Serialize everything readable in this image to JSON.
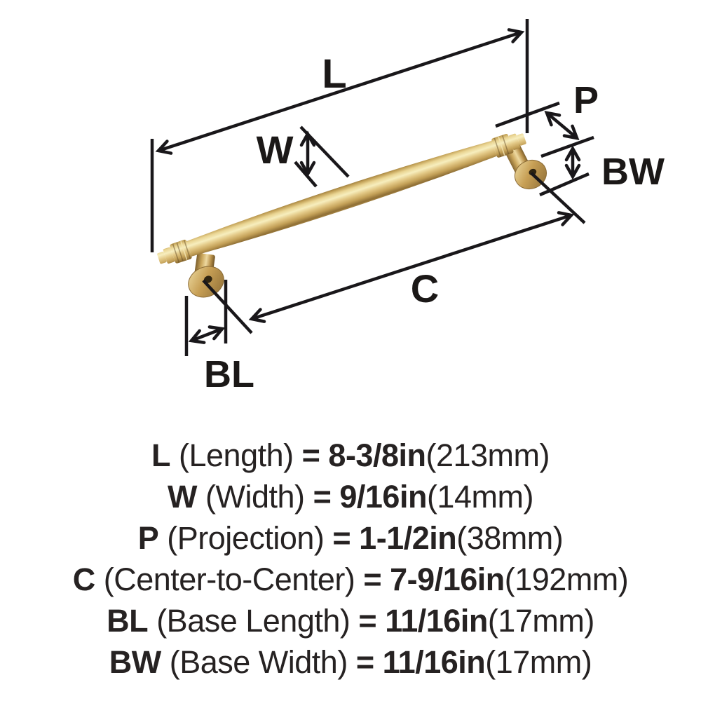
{
  "labels": {
    "L": "L",
    "W": "W",
    "P": "P",
    "BW": "BW",
    "C": "C",
    "BL": "BL"
  },
  "specs": [
    {
      "code": "L",
      "name": "(Length)",
      "eq": "=",
      "value": "8-3/8in",
      "metric": "(213mm)"
    },
    {
      "code": "W",
      "name": "(Width)",
      "eq": "=",
      "value": "9/16in",
      "metric": "(14mm)"
    },
    {
      "code": "P",
      "name": "(Projection)",
      "eq": "=",
      "value": "1-1/2in",
      "metric": "(38mm)"
    },
    {
      "code": "C",
      "name": "(Center-to-Center)",
      "eq": "=",
      "value": "7-9/16in",
      "metric": "(192mm)"
    },
    {
      "code": "BL",
      "name": "(Base Length)",
      "eq": "=",
      "value": "11/16in",
      "metric": "(17mm)"
    },
    {
      "code": "BW",
      "name": "(Base Width)",
      "eq": "=",
      "value": "11/16in",
      "metric": "(17mm)"
    }
  ],
  "colors": {
    "background": "#ffffff",
    "line": "#19171a",
    "text": "#262222",
    "brass_highlight": "#f7eebe",
    "brass_mid": "#d9b96f",
    "brass_dark": "#8f6f35"
  }
}
